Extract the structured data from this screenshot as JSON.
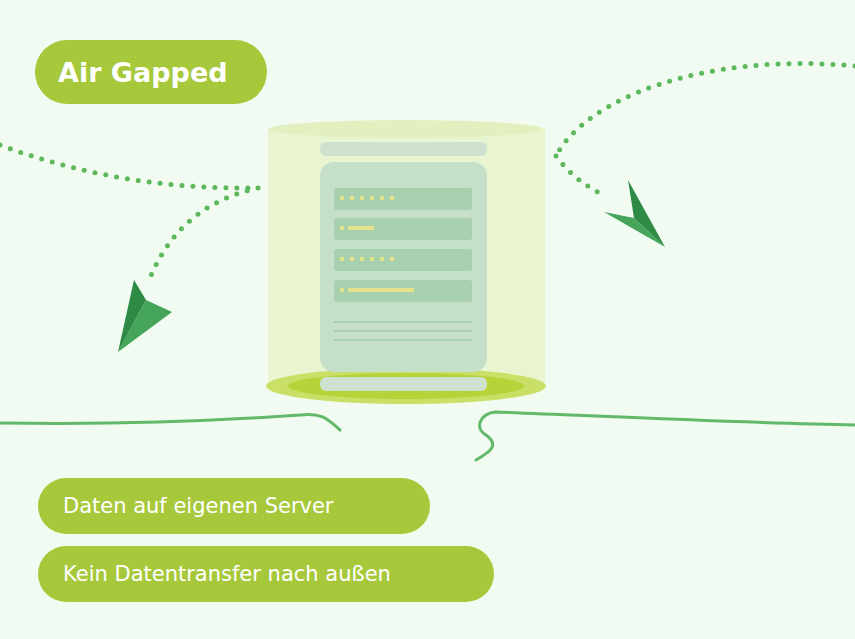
{
  "diagram": {
    "nodes": [
      {
        "text": [
          "Air Gapped"
        ]
      },
      {
        "text": [
          "Daten auf eigenen Server"
        ]
      },
      {
        "text": [
          "Kein Datentransfer nach außen"
        ]
      }
    ]
  }
}
